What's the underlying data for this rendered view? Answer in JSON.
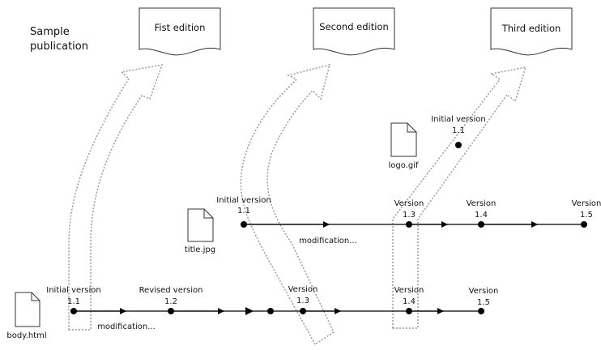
{
  "title_lines": [
    "Sample",
    "publication"
  ],
  "editions": [
    "Fist edition",
    "Second edition",
    "Third edition"
  ],
  "files": {
    "body": "body.html",
    "title": "title.jpg",
    "logo": "logo.gif"
  },
  "body_track": {
    "versions": [
      {
        "top": "Initial version",
        "num": "1.1"
      },
      {
        "top": "Revised version",
        "num": "1.2"
      },
      {
        "top": "Version",
        "num": "1.3"
      },
      {
        "top": "Version",
        "num": "1.4"
      },
      {
        "top": "Version",
        "num": "1.5"
      }
    ],
    "note": "modification..."
  },
  "title_track": {
    "versions": [
      {
        "top": "Initial version",
        "num": "1.1"
      },
      {
        "top": "Version",
        "num": "1.3"
      },
      {
        "top": "Version",
        "num": "1.4"
      },
      {
        "top": "Version",
        "num": "1.5"
      }
    ],
    "note": "modification..."
  },
  "logo_track": {
    "versions": [
      {
        "top": "Initial version",
        "num": "1.1"
      }
    ]
  }
}
